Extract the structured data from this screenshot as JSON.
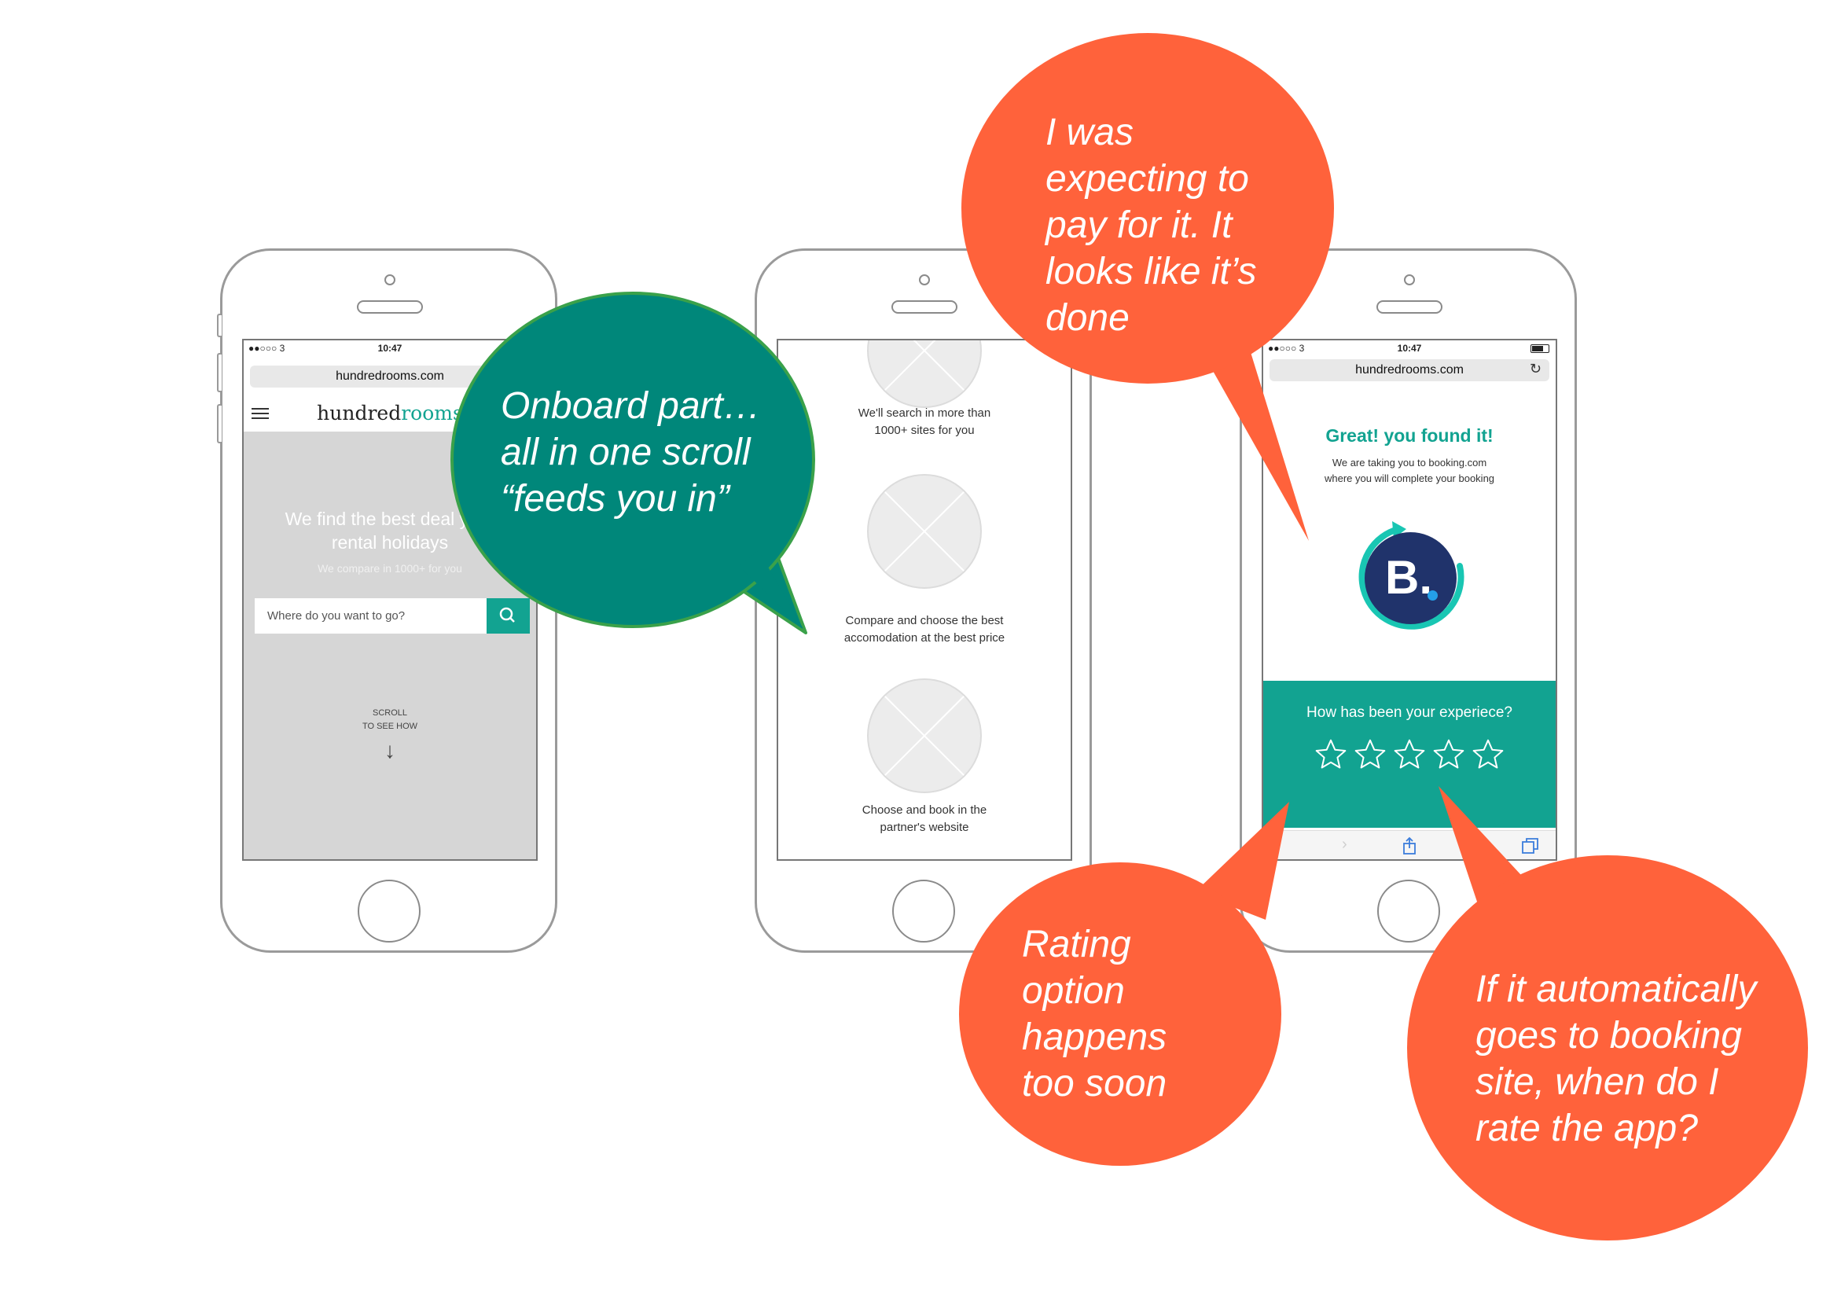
{
  "phone1": {
    "status": {
      "carrier": "●●○○○ 3",
      "time": "10:47"
    },
    "url": "hundredrooms.com",
    "logo": {
      "main": "hundred",
      "accent": "rooms"
    },
    "hero_title": "We find the best deal your rental holidays",
    "hero_subtitle": "We compare in 1000+ for you",
    "search_placeholder": "Where do you want to go?",
    "scroll_line1": "SCROLL",
    "scroll_line2": "TO SEE HOW"
  },
  "phone2": {
    "steps": [
      {
        "text": "We'll search in more than 1000+ sites for you"
      },
      {
        "text": "Compare and choose the best accomodation at the best price"
      },
      {
        "text": "Choose and book in the partner's website"
      }
    ]
  },
  "phone3": {
    "status": {
      "carrier": "●●○○○ 3",
      "time": "10:47"
    },
    "url": "hundredrooms.com",
    "title": "Great! you found it!",
    "subtitle_line1": "We are taking you to booking.com",
    "subtitle_line2": "where you will complete your booking",
    "booking_letter": "B.",
    "rating_question": "How has been your experiece?",
    "star_count": 5
  },
  "bubbles": {
    "onboard": "Onboard part…\nall in one scroll\n“feeds you in”",
    "pay": "I was\nexpecting to\npay for it. It\nlooks like it’s\ndone",
    "rating": "Rating\noption\nhappens\ntoo soon",
    "redirect": "If it automatically\ngoes to booking\nsite, when do I\nrate the app?"
  },
  "colors": {
    "teal": "#12a391",
    "bubble_green": "#00877a",
    "bubble_orange": "#ff623b"
  }
}
